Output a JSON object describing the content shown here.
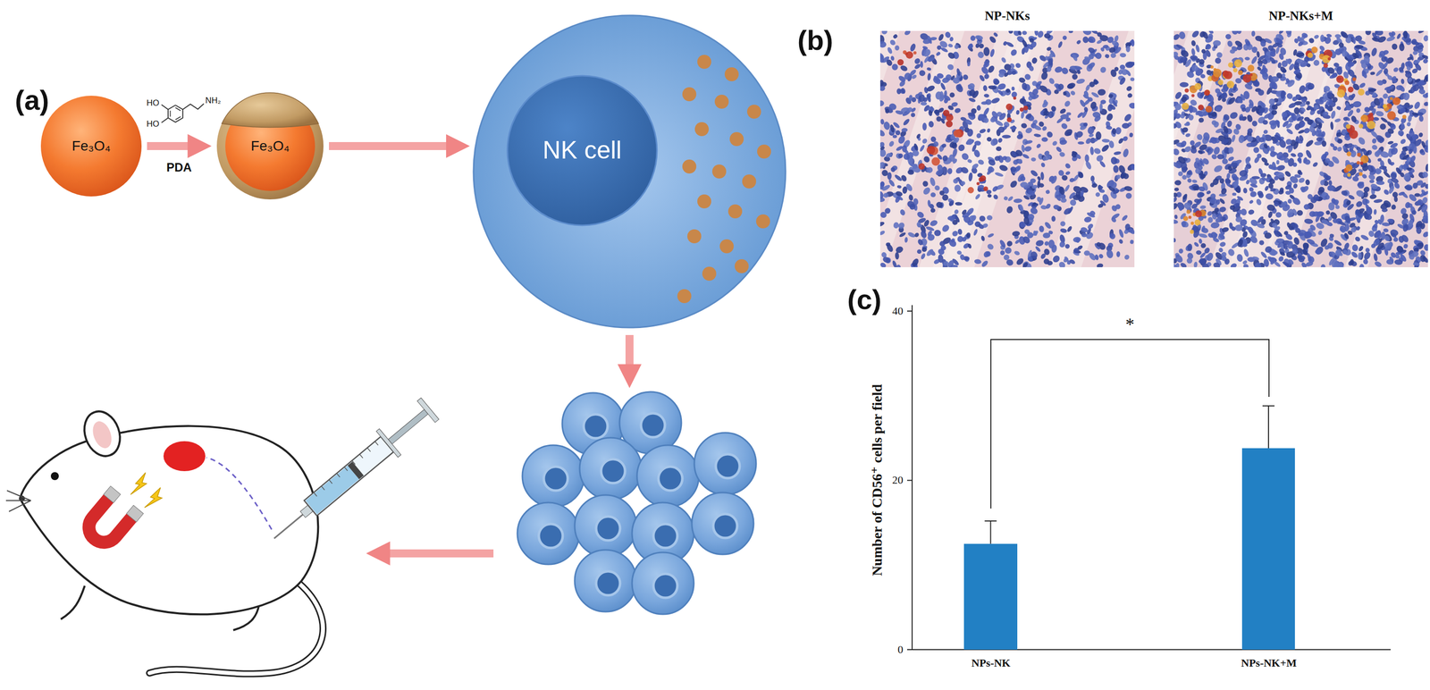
{
  "diagram": {
    "nodes": [
      {
        "text": [
          "Fe₃O₄"
        ]
      },
      {
        "text": [
          "Fe₃O₄"
        ]
      },
      {
        "text": [
          "NK cell"
        ]
      },
      {
        "text": [
          "NP-NKs"
        ]
      },
      {
        "text": [
          "NP-NKs+M"
        ]
      }
    ],
    "edges": [
      {
        "from": 0,
        "to": 1,
        "label": "PDA",
        "arrow": "to"
      },
      {
        "from": 1,
        "to": 2,
        "arrow": "to"
      }
    ],
    "labels": [
      "(a)",
      "HO",
      "HO",
      "NH₂",
      "(b)",
      "(c)",
      "40",
      "20",
      "0",
      "Number of CD56⁺ cells per field",
      "*",
      "NPs-NK",
      "NPs-NK+M"
    ]
  }
}
